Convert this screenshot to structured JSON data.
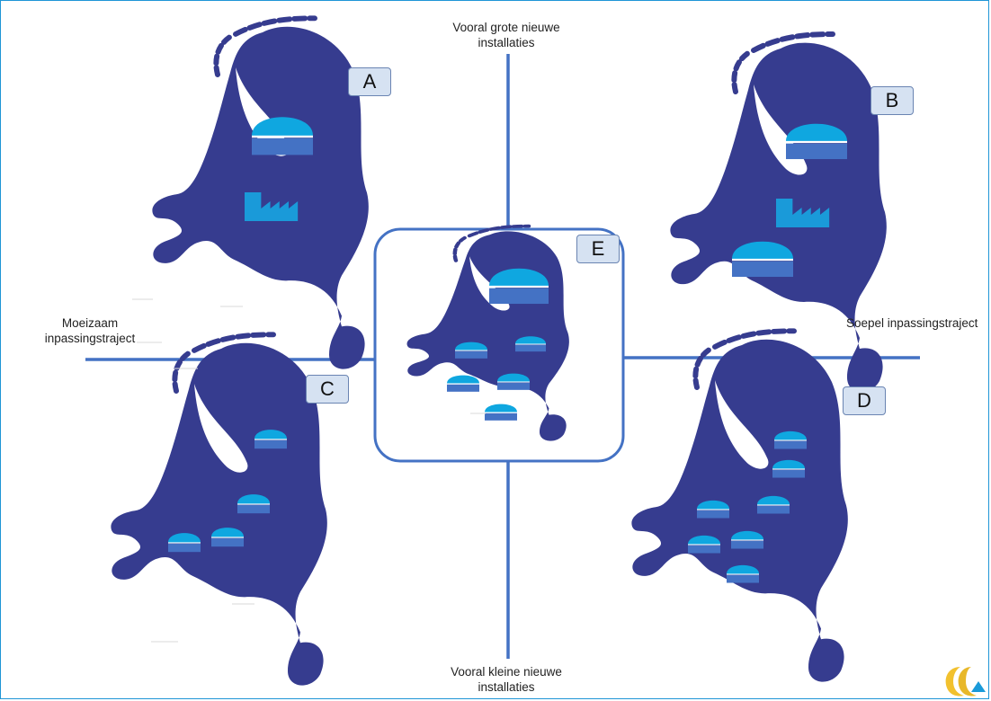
{
  "axes": {
    "top": "Vooral grote nieuwe\ninstallaties",
    "bottom": "Vooral kleine nieuwe\ninstallaties",
    "left": "Moeizaam\ninpassingstraject",
    "right": "Soepel inpassingstraject"
  },
  "scenarios": [
    {
      "id": "A",
      "label": "A"
    },
    {
      "id": "B",
      "label": "B"
    },
    {
      "id": "C",
      "label": "C"
    },
    {
      "id": "D",
      "label": "D"
    },
    {
      "id": "E",
      "label": "E"
    }
  ],
  "colors": {
    "map": "#363c8f",
    "dome": "#0fa7e0",
    "base": "#4472c4",
    "axis": "#4472c4",
    "frame": "#1f95d6",
    "badge_fill": "#d6e2f2",
    "badge_border": "#6a84b2"
  },
  "icons": [
    "storage-dome-icon",
    "factory-icon",
    "logo-icon"
  ]
}
